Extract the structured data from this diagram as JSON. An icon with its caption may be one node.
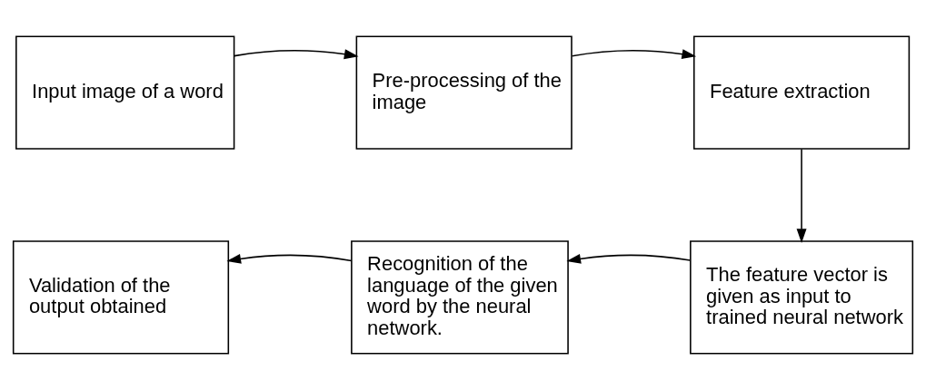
{
  "diagram": {
    "nodes": [
      {
        "text": [
          "Input image of a word"
        ]
      },
      {
        "text": [
          "Pre-processing of the image"
        ]
      },
      {
        "text": [
          "Feature extraction"
        ]
      },
      {
        "text": [
          "Validation of the output obtained"
        ]
      },
      {
        "text": [
          "Recognition of the language of the given word by the neural network."
        ]
      },
      {
        "text": [
          "The feature vector is given as input to trained neural network"
        ]
      }
    ],
    "edges": [
      {
        "from": 0,
        "to": 1,
        "arrow": "to"
      },
      {
        "from": 1,
        "to": 2,
        "arrow": "to"
      },
      {
        "from": 2,
        "to": 5,
        "arrow": "to"
      },
      {
        "from": 5,
        "to": 4,
        "arrow": "to"
      },
      {
        "from": 4,
        "to": 3,
        "arrow": "to"
      }
    ]
  }
}
